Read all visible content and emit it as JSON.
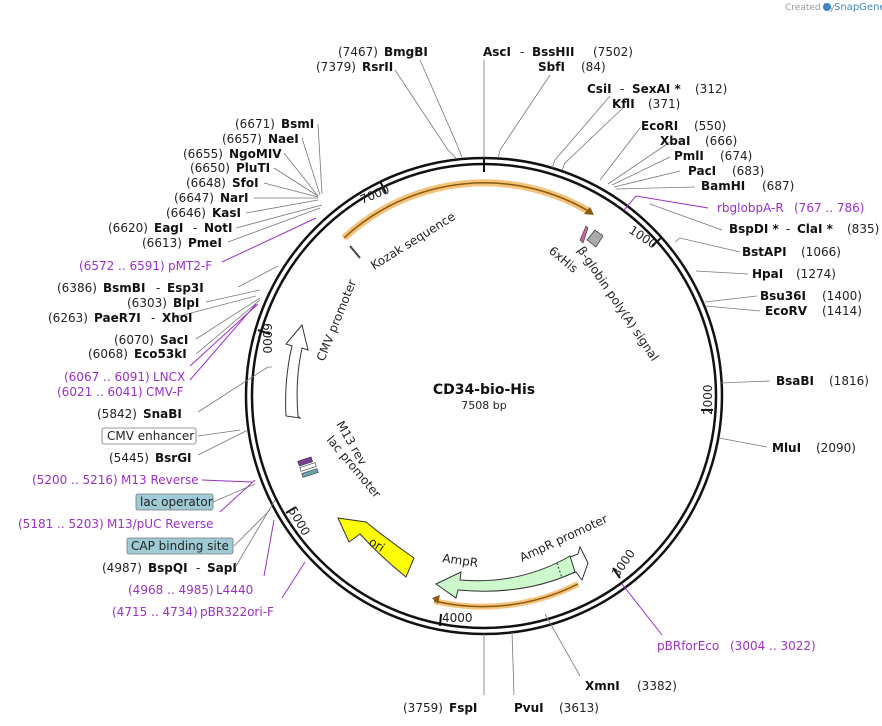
{
  "credit": {
    "created_by": "Created by",
    "brand": "SnapGene"
  },
  "plasmid": {
    "name": "CD34-bio-His",
    "length": "7508 bp"
  },
  "ticks": [
    "1000",
    "2000",
    "3000",
    "4000",
    "5000",
    "6000",
    "7000"
  ],
  "enzymes": [
    {
      "id": "bmgbi",
      "name": "BmgBI",
      "pos": "(7467)"
    },
    {
      "id": "rsrii",
      "name": "RsrII",
      "pos": "(7379)"
    },
    {
      "id": "asci",
      "name": "AscI",
      "sep": "-",
      "name2": "BssHII",
      "pos": "(7502)"
    },
    {
      "id": "sbfi",
      "name": "SbfI",
      "pos": "(84)"
    },
    {
      "id": "csii",
      "name": "CsiI",
      "sep": "-",
      "name2": "SexAI *",
      "pos": "(312)"
    },
    {
      "id": "kfli",
      "name": "KflI",
      "pos": "(371)"
    },
    {
      "id": "ecori",
      "name": "EcoRI",
      "pos": "(550)"
    },
    {
      "id": "xbai",
      "name": "XbaI",
      "pos": "(666)"
    },
    {
      "id": "pmli",
      "name": "PmlI",
      "pos": "(674)"
    },
    {
      "id": "paci",
      "name": "PacI",
      "pos": "(683)"
    },
    {
      "id": "bamhi",
      "name": "BamHI",
      "pos": "(687)"
    },
    {
      "id": "bspdi",
      "name": "BspDI *",
      "sep": "-",
      "name2": "ClaI *",
      "pos": "(835)"
    },
    {
      "id": "bstapi",
      "name": "BstAPI",
      "pos": "(1066)"
    },
    {
      "id": "hpai",
      "name": "HpaI",
      "pos": "(1274)"
    },
    {
      "id": "bsu36i",
      "name": "Bsu36I",
      "pos": "(1400)"
    },
    {
      "id": "ecorv",
      "name": "EcoRV",
      "pos": "(1414)"
    },
    {
      "id": "bsabi",
      "name": "BsaBI",
      "pos": "(1816)"
    },
    {
      "id": "mlui",
      "name": "MluI",
      "pos": "(2090)"
    },
    {
      "id": "xmni",
      "name": "XmnI",
      "pos": "(3382)"
    },
    {
      "id": "pvui",
      "name": "PvuI",
      "pos": "(3613)"
    },
    {
      "id": "fspi",
      "name": "FspI",
      "pos": "(3759)"
    },
    {
      "id": "bspqi",
      "name": "BspQI",
      "sep": "-",
      "name2": "SapI",
      "pos": "(4987)"
    },
    {
      "id": "bsrgi",
      "name": "BsrGI",
      "pos": "(5445)"
    },
    {
      "id": "snabi",
      "name": "SnaBI",
      "pos": "(5842)"
    },
    {
      "id": "eco53ki",
      "name": "Eco53kI",
      "pos": "(6068)"
    },
    {
      "id": "saci",
      "name": "SacI",
      "pos": "(6070)"
    },
    {
      "id": "paer7i",
      "name": "PaeR7I",
      "sep": "-",
      "name2": "XhoI",
      "pos": "(6263)"
    },
    {
      "id": "blpi",
      "name": "BlpI",
      "pos": "(6303)"
    },
    {
      "id": "bsmbi",
      "name": "BsmBI",
      "sep": "-",
      "name2": "Esp3I",
      "pos": "(6386)"
    },
    {
      "id": "pmei",
      "name": "PmeI",
      "pos": "(6613)"
    },
    {
      "id": "eagi",
      "name": "EagI",
      "sep": "-",
      "name2": "NotI",
      "pos": "(6620)"
    },
    {
      "id": "kasi",
      "name": "KasI",
      "pos": "(6646)"
    },
    {
      "id": "nari",
      "name": "NarI",
      "pos": "(6647)"
    },
    {
      "id": "sfoi",
      "name": "SfoI",
      "pos": "(6648)"
    },
    {
      "id": "pluti",
      "name": "PluTI",
      "pos": "(6650)"
    },
    {
      "id": "ngomiv",
      "name": "NgoMIV",
      "pos": "(6655)"
    },
    {
      "id": "naei",
      "name": "NaeI",
      "pos": "(6657)"
    },
    {
      "id": "bsmi",
      "name": "BsmI",
      "pos": "(6671)"
    }
  ],
  "primers": [
    {
      "id": "rbglobpa",
      "name": "rbglobpA-R",
      "range": "(767 .. 786)"
    },
    {
      "id": "pbrforeco",
      "name": "pBRforEco",
      "range": "(3004 .. 3022)"
    },
    {
      "id": "pbr322ori",
      "name": "pBR322ori-F",
      "range": "(4715 .. 4734)"
    },
    {
      "id": "l4440",
      "name": "L4440",
      "range": "(4968 .. 4985)"
    },
    {
      "id": "m13puc",
      "name": "M13/pUC Reverse",
      "range": "(5181 .. 5203)"
    },
    {
      "id": "m13rev",
      "name": "M13 Reverse",
      "range": "(5200 .. 5216)"
    },
    {
      "id": "cmvf",
      "name": "CMV-F",
      "range": "(6021 .. 6041)"
    },
    {
      "id": "lncx",
      "name": "LNCX",
      "range": "(6067 .. 6091)"
    },
    {
      "id": "pmt2f",
      "name": "pMT2-F",
      "range": "(6572 .. 6591)"
    }
  ],
  "boxed_labels": [
    {
      "id": "cmvenh",
      "text": "CMV enhancer",
      "fill": "#ffffff"
    },
    {
      "id": "lacop",
      "text": "lac operator",
      "fill": "#9fcbd4"
    },
    {
      "id": "cap",
      "text": "CAP binding site",
      "fill": "#9fcbd4"
    }
  ],
  "features": {
    "kozak": "Kozak sequence",
    "his": "6xHis",
    "betaglobin": "β-globin poly(A) signal",
    "cmv_promoter": "CMV promoter",
    "m13rev": "M13 rev",
    "lac_promoter": "lac promoter",
    "ori": "ori",
    "ampr": "AmpR",
    "ampr_promoter": "AmpR promoter"
  },
  "colors": {
    "primer": "#9b30c8",
    "ori": "#ffff00",
    "ampr": "#ccf8cc",
    "orange_band": "#f5c27a",
    "lac_box": "#9fcbd4"
  }
}
